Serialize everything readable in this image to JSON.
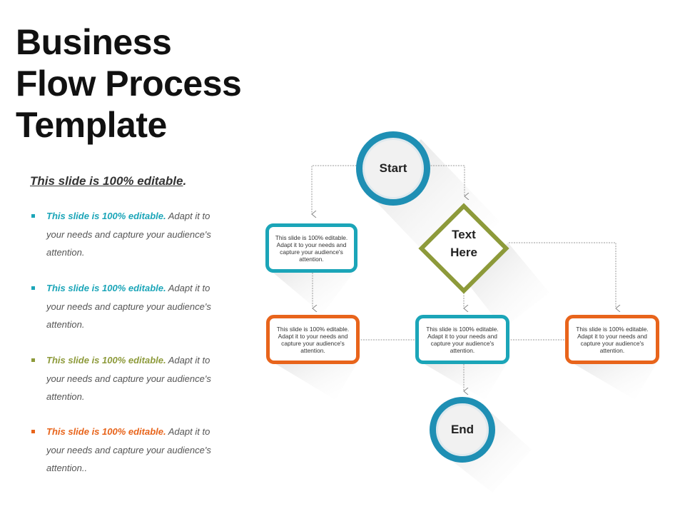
{
  "title": {
    "line1": "Business",
    "line2": "Flow Process",
    "line3": "Template"
  },
  "subtitle": {
    "underlined": "This slide is 100% editable",
    "suffix": "."
  },
  "bullets": [
    {
      "bold": "This slide is 100% editable.",
      "rest": " Adapt it to your needs and capture your audience's attention.",
      "color": "#1ba5b8"
    },
    {
      "bold": "This slide is 100% editable.",
      "rest": " Adapt it to your needs and capture your audience's attention.",
      "color": "#1ba5b8"
    },
    {
      "bold": "This slide is 100% editable.",
      "rest": " Adapt it to your needs and capture your audience's attention.",
      "color": "#8d9a3a"
    },
    {
      "bold": "This slide is 100% editable.",
      "rest": " Adapt it to your needs and capture your audience's attention..",
      "color": "#e8641b"
    }
  ],
  "diagram": {
    "start_label": "Start",
    "end_label": "End",
    "decision_label_line1": "Text",
    "decision_label_line2": "Here",
    "box_left_top": "This slide is 100% editable. Adapt it to your needs and capture your audience's attention.",
    "box_bottom_left": "This slide is 100% editable. Adapt it to your needs and capture your audience's attention.",
    "box_bottom_center": "This slide is 100% editable. Adapt it to your needs and capture your audience's attention.",
    "box_bottom_right": "This slide is 100% editable. Adapt it to your needs and capture your audience's attention."
  },
  "colors": {
    "teal": "#1ba5b8",
    "blue": "#1e8fb4",
    "olive": "#8d9a3a",
    "orange": "#e8641b"
  }
}
